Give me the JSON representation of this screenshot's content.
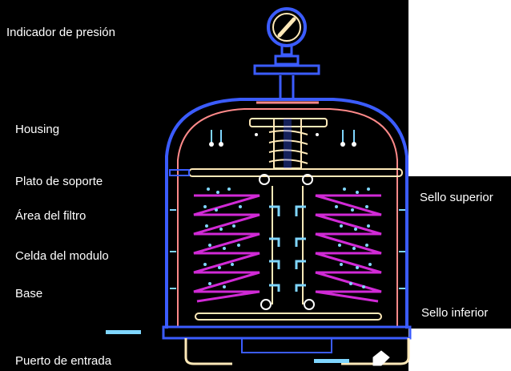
{
  "colors": {
    "background": "#000000",
    "housing": "#3b5cff",
    "inner_wall": "#ff8a8a",
    "cream": "#ffe9b8",
    "filter": "#d12ad6",
    "channel": "#7fd6ff",
    "label_text": "#ffffff"
  },
  "labels": {
    "pressure_indicator": "Indicador de presión",
    "housing": "Housing",
    "support_plate": "Plato de soporte",
    "filter_area": "Área del filtro",
    "module_cell": "Celda del modulo",
    "base": "Base",
    "inlet_port": "Puerto de entrada",
    "upper_seal": "Sello superior",
    "lower_seal": "Sello inferior"
  }
}
